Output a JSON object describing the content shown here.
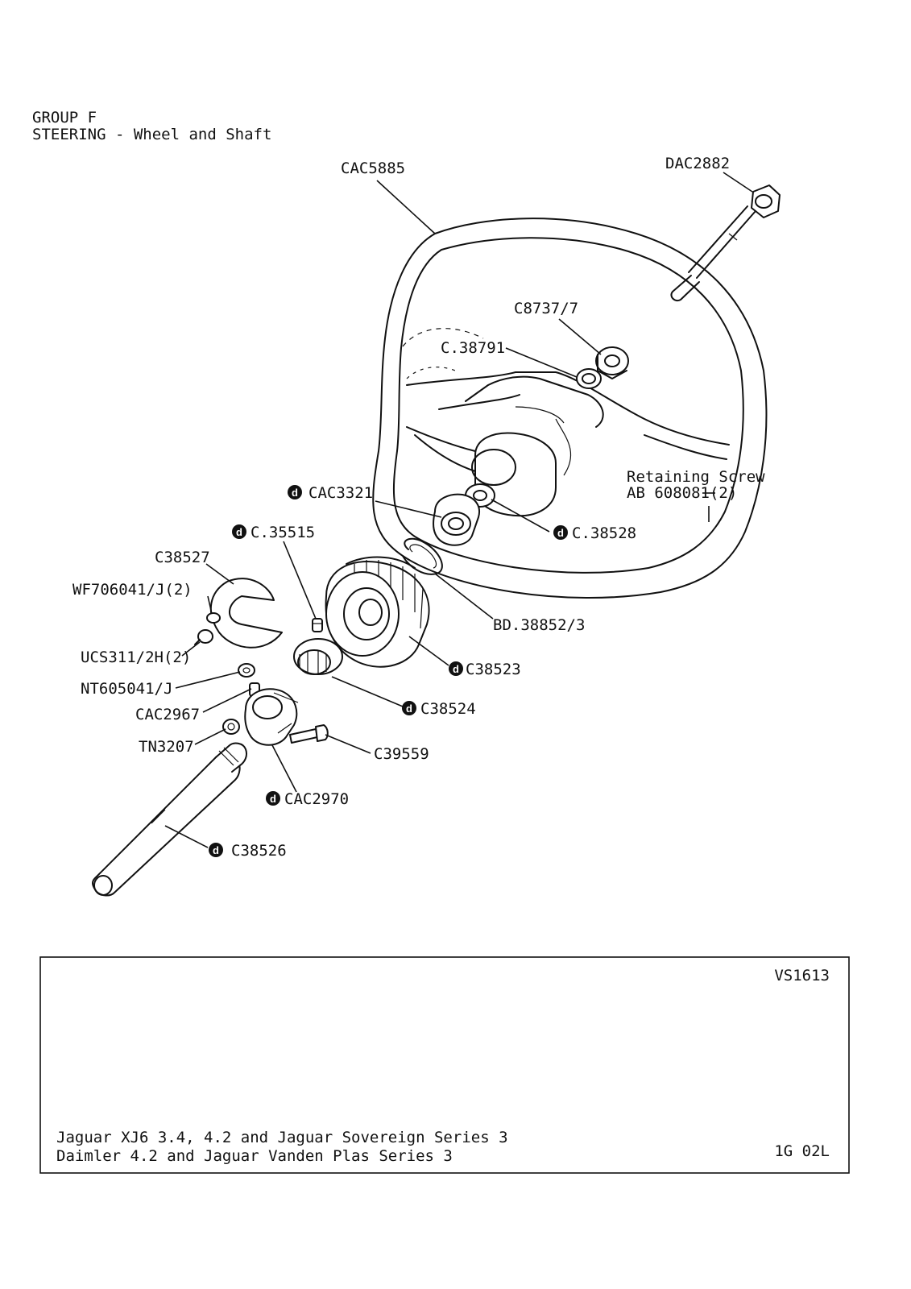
{
  "header": {
    "group": "GROUP F",
    "title": "STEERING - Wheel and Shaft"
  },
  "callouts": {
    "steering_wheel": "CAC5885",
    "horn_push": "DAC2882",
    "nut": "C8737/7",
    "washer": "C.38791",
    "retaining_screw_line1": "Retaining Screw",
    "retaining_screw_line2": "AB 608081(2)",
    "bush": "CAC3321",
    "sleeve": "C.38528",
    "grub_screw": "C.35515",
    "circlip": "BD.38852/3",
    "contact_plate": "C38527",
    "plate_washer": "WF706041/J(2)",
    "plate_screw": "UCS311/2H(2)",
    "boss_housing": "C38523",
    "lock_nut": "NT605041/J",
    "slip_ring": "C38524",
    "set_screw": "CAC2967",
    "clamp_nut": "TN3207",
    "clamp_bolt": "C39559",
    "coupling": "CAC2970",
    "upper_shaft": "C38526"
  },
  "symbol_letter": "d",
  "footer": {
    "ref": "VS1613",
    "line1": "Jaguar XJ6 3.4, 4.2 and Jaguar Sovereign Series 3",
    "line2": "Daimler 4.2 and Jaguar Vanden Plas Series 3",
    "page_code": "1G 02L"
  }
}
